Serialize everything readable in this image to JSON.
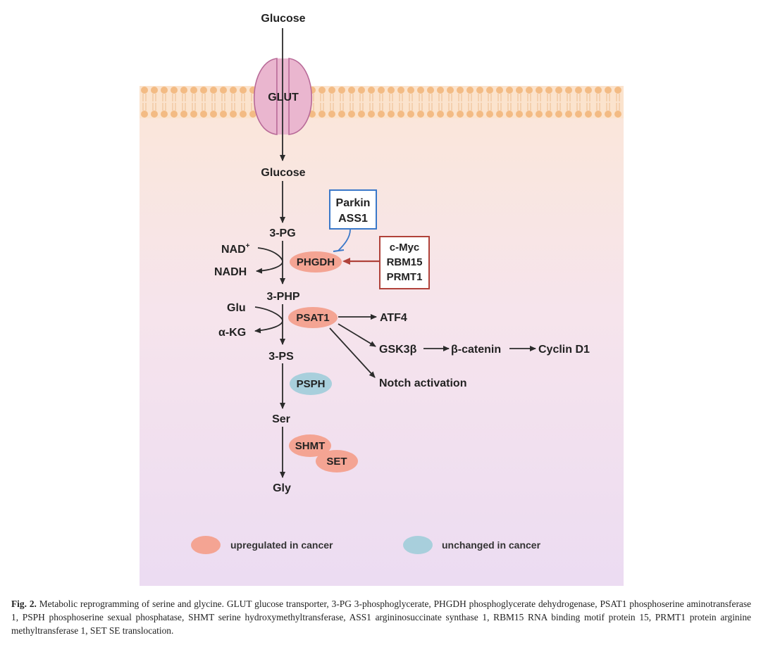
{
  "diagram": {
    "glucose_outside": "Glucose",
    "glut": "GLUT",
    "glucose_inside": "Glucose",
    "pg3": "3-PG",
    "nad": "NAD",
    "nad_sup": "+",
    "nadh": "NADH",
    "phgdh": "PHGDH",
    "parkin": "Parkin",
    "ass1": "ASS1",
    "cmyc": "c-Myc",
    "rbm15": "RBM15",
    "prmt1": "PRMT1",
    "php3": "3-PHP",
    "glu": "Glu",
    "akg": "α-KG",
    "psat1": "PSAT1",
    "atf4": "ATF4",
    "gsk3b": "GSK3β",
    "bcatenin": "β-catenin",
    "cyclind1": "Cyclin D1",
    "notch": "Notch activation",
    "ps3": "3-PS",
    "psph": "PSPH",
    "ser": "Ser",
    "shmt": "SHMT",
    "set": "SET",
    "gly": "Gly",
    "colors": {
      "upregulated": "#f4a493",
      "unchanged": "#a8cfdc",
      "glut_fill": "#eab6cf",
      "glut_stroke": "#b86a98",
      "inhibitor_box": "#3a78c9",
      "activator_box": "#b0423a"
    }
  },
  "legend": {
    "upregulated": "upregulated in cancer",
    "unchanged": "unchanged in cancer"
  },
  "caption": {
    "label": "Fig. 2.",
    "text": "Metabolic reprogramming of serine and glycine. GLUT glucose transporter, 3-PG 3-phosphoglycerate, PHGDH phosphoglycerate dehydrogenase, PSAT1 phosphoserine aminotransferase 1, PSPH phosphoserine sexual phosphatase, SHMT serine hydroxymethyltransferase, ASS1 argininosuccinate synthase 1, RBM15 RNA binding motif protein 15, PRMT1 protein arginine methyltransferase 1, SET SE translocation."
  }
}
